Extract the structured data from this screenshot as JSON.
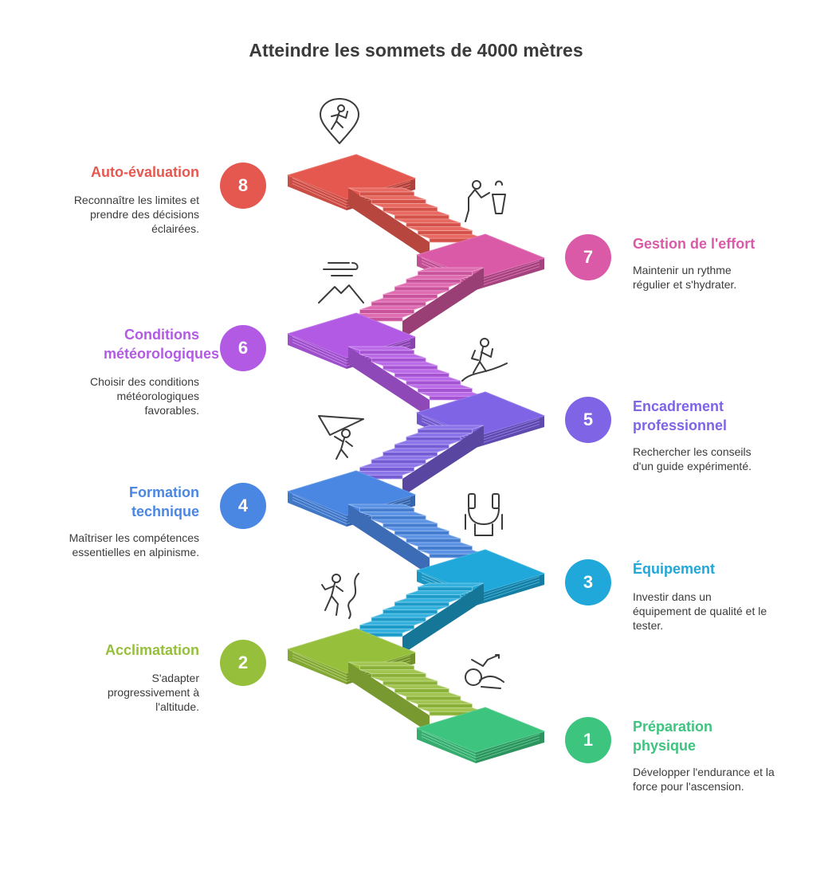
{
  "title": "Atteindre les sommets de 4000 mètres",
  "steps": [
    {
      "number": "1",
      "title": "Préparation physique",
      "description": "Développer l'endurance et la force pour l'ascension.",
      "color": "#3dc47e",
      "icon": "fitness-icon"
    },
    {
      "number": "2",
      "title": "Acclimatation",
      "description": "S'adapter progressivement à l'altitude.",
      "color": "#96bf3c",
      "icon": "climber-icon"
    },
    {
      "number": "3",
      "title": "Équipement",
      "description": "Investir dans un équipement de qualité et le tester.",
      "color": "#1fa8d9",
      "icon": "harness-icon"
    },
    {
      "number": "4",
      "title": "Formation technique",
      "description": "Maîtriser les compétences essentielles en alpinisme.",
      "color": "#4a87e2",
      "icon": "paraglider-icon"
    },
    {
      "number": "5",
      "title": "Encadrement professionnel",
      "description": "Rechercher les conseils d'un guide expérimenté.",
      "color": "#7f64e6",
      "icon": "hiker-icon"
    },
    {
      "number": "6",
      "title": "Conditions météorologiques",
      "description": "Choisir des conditions météorologiques favorables.",
      "color": "#b35ae5",
      "icon": "wind-mountain-icon"
    },
    {
      "number": "7",
      "title": "Gestion de l'effort",
      "description": "Maintenir un rythme régulier et s'hydrater.",
      "color": "#db5aa8",
      "icon": "hydration-icon"
    },
    {
      "number": "8",
      "title": "Auto-évaluation",
      "description": "Reconnaître les limites et prendre des décisions éclairées.",
      "color": "#e5584f",
      "icon": "location-climber-icon"
    }
  ]
}
